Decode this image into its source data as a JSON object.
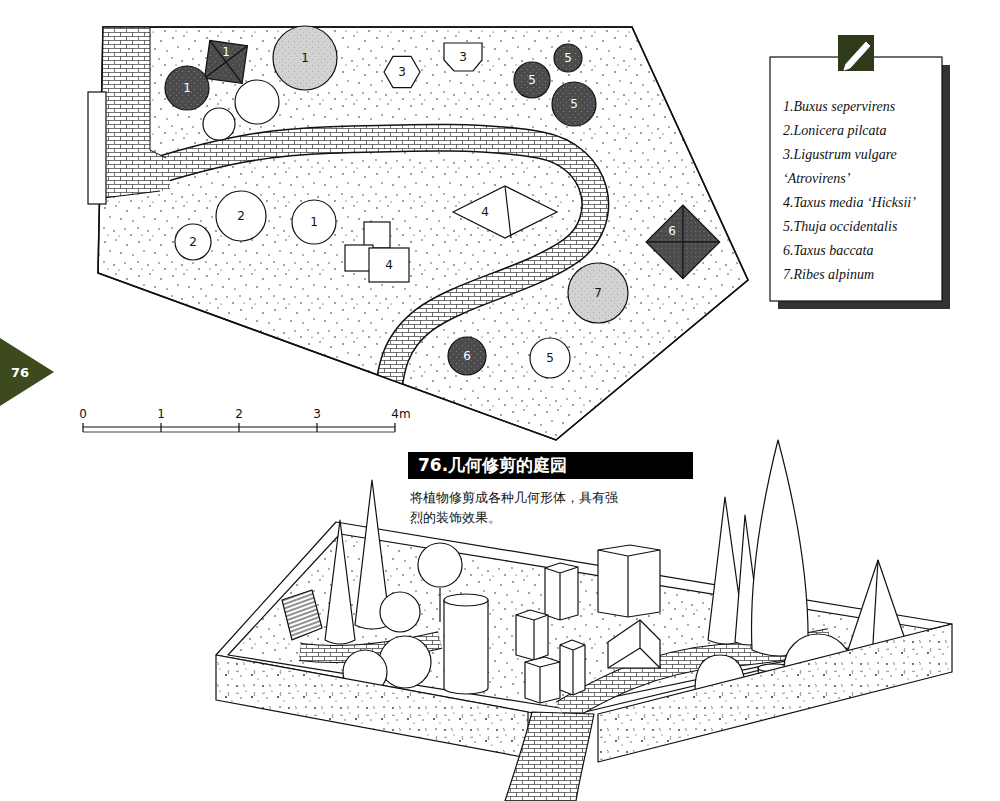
{
  "diagram": {
    "title": "76.几何修剪的庭园",
    "caption": "将植物修剪成各种几何形体，具有强烈的装饰效果。",
    "nodes": [
      {
        "text": [
          "1"
        ]
      },
      {
        "text": [
          "1"
        ]
      },
      {
        "text": [
          "3"
        ]
      },
      {
        "text": [
          "3"
        ]
      },
      {
        "text": [
          "5"
        ]
      },
      {
        "text": [
          "5"
        ]
      },
      {
        "text": [
          "1"
        ]
      },
      {
        "text": [
          "5"
        ]
      },
      {
        "text": [
          "2"
        ]
      },
      {
        "text": [
          "1"
        ]
      },
      {
        "text": [
          "4"
        ]
      },
      {
        "text": [
          "2"
        ]
      },
      {
        "text": [
          "6"
        ]
      },
      {
        "text": [
          "4"
        ]
      },
      {
        "text": [
          "7"
        ]
      },
      {
        "text": [
          "6"
        ]
      },
      {
        "text": [
          "5"
        ]
      }
    ],
    "labels": [
      "76",
      "0",
      "1",
      "2",
      "3",
      "4m"
    ],
    "legend": [
      {
        "text": "1.Buxus sepervirens"
      },
      {
        "text": "2.Lonicera pilcata"
      },
      {
        "text": "3.Ligustrum vulgare ‘Atrovirens’"
      },
      {
        "text": "4.Taxus media ‘Hicksii’"
      },
      {
        "text": "5.Thuja occidentalis"
      },
      {
        "text": "6.Taxus baccata"
      },
      {
        "text": "7.Ribes alpinum"
      }
    ]
  }
}
